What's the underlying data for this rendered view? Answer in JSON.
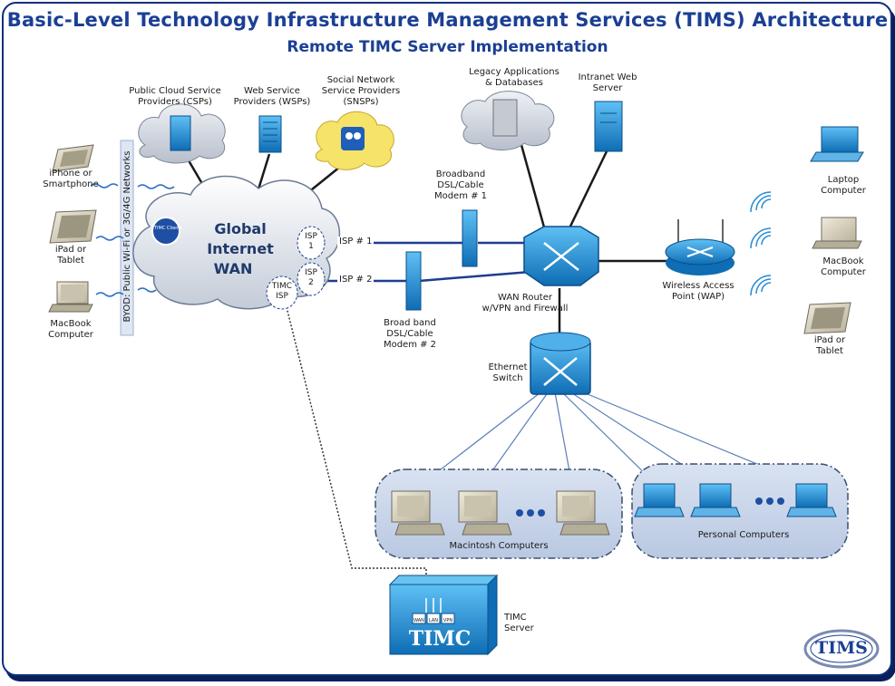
{
  "title": "Basic-Level Technology Infrastructure Management Services (TIMS) Architecture",
  "subtitle": "Remote TIMC Server Implementation",
  "byod_label": "BYOD: Public Wi-Fi or 3G/4G Networks",
  "global_wan": {
    "line1": "Global",
    "line2": "Internet",
    "line3": "WAN",
    "clients_badge": "TIMC Clients"
  },
  "isp_tags": {
    "isp1": "ISP\n1",
    "isp2": "ISP\n2",
    "timc_isp": "TIMC\nISP"
  },
  "isp_links": {
    "isp1": "ISP # 1",
    "isp2": "ISP # 2"
  },
  "cloud_services": [
    {
      "label": "Public Cloud Service\nProviders (CSPs)"
    },
    {
      "label": "Web Service\nProviders (WSPs)"
    },
    {
      "label": "Social Network\nService Providers\n(SNSPs)"
    }
  ],
  "legacy": "Legacy Applications\n& Databases",
  "intranet": "Intranet Web\nServer",
  "modem1": "Broadband\nDSL/Cable\nModem # 1",
  "modem2": "Broad band\nDSL/Cable\nModem # 2",
  "router": "WAN Router\nw/VPN and Firewall",
  "wap": "Wireless Access\nPoint (WAP)",
  "switch": "Ethernet\nSwitch",
  "left_devices": [
    "iPhone or\nSmartphone",
    "iPad or\nTablet",
    "MacBook\nComputer"
  ],
  "right_devices": [
    "Laptop\nComputer",
    "MacBook\nComputer",
    "iPad or\nTablet"
  ],
  "groups": {
    "mac": "Macintosh Computers",
    "pc": "Personal Computers"
  },
  "timc_server": {
    "label": "TIMC\nServer",
    "brand": "TIMC",
    "tags": [
      "WAN",
      "LAN",
      "VPN"
    ]
  },
  "logo": "TIMS",
  "colors": {
    "title": "#1b3f94",
    "device_blue": "#1a8fd6",
    "frame": "#0d2f7a"
  }
}
